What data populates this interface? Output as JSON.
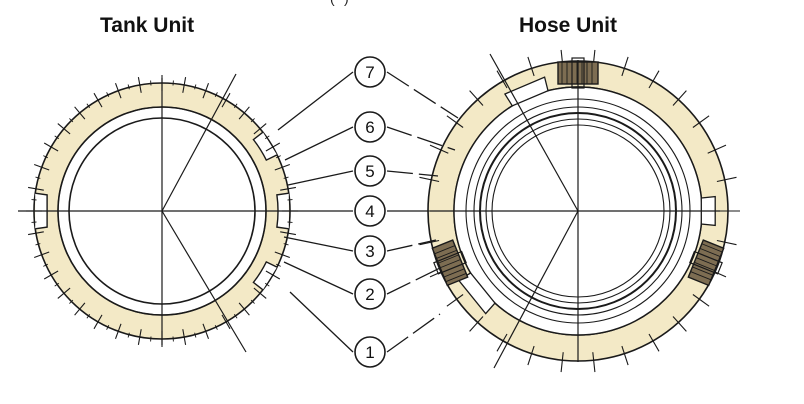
{
  "titles": {
    "left": "Tank Unit",
    "right": "Hose Unit",
    "top_cut": "(··)"
  },
  "callouts": [
    "7",
    "6",
    "5",
    "4",
    "3",
    "2",
    "1"
  ],
  "colors": {
    "ring_fill": "#f3e9c6",
    "line": "#1a1a1a",
    "bolt_fill": "#7d6d52"
  }
}
